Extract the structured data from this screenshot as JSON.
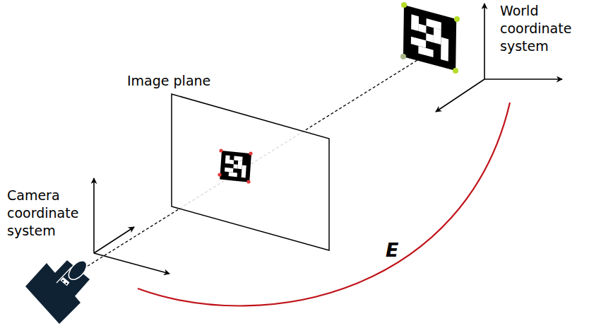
{
  "diagram": {
    "labels": [
      "World coordinate system",
      "Image plane",
      "Camera coordinate system",
      "E"
    ]
  }
}
